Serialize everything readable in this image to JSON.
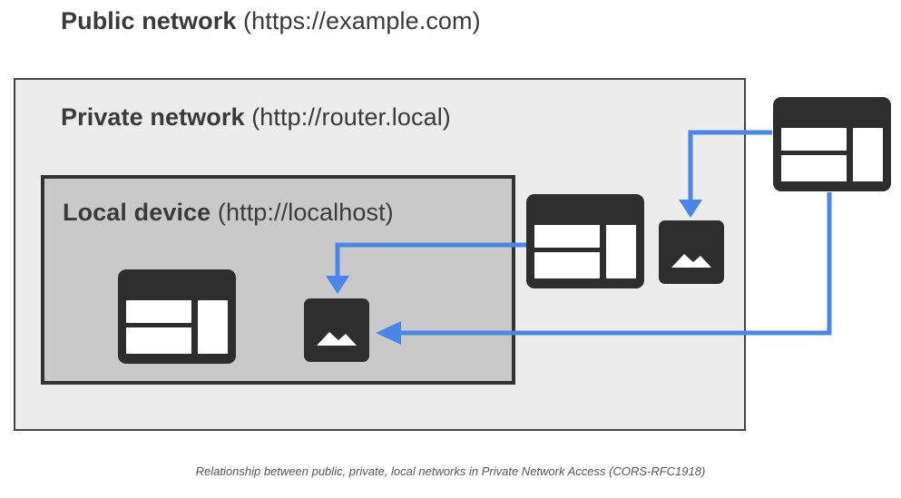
{
  "public_network": {
    "name": "Public network",
    "url": "(https://example.com)"
  },
  "private_network": {
    "name": "Private network",
    "url": "(http://router.local)"
  },
  "local_device": {
    "name": "Local device",
    "url": "(http://localhost)"
  },
  "caption": "Relationship between public, private, local networks in Private Network Access (CORS-RFC1918)",
  "icons": {
    "page": "webpage-layout-icon",
    "resource": "image-icon"
  },
  "colors": {
    "arrow": "#4a86e8",
    "icon": "#2e2e2e",
    "private_zone_fill": "#ececec",
    "local_zone_fill": "#c9c9c9"
  }
}
